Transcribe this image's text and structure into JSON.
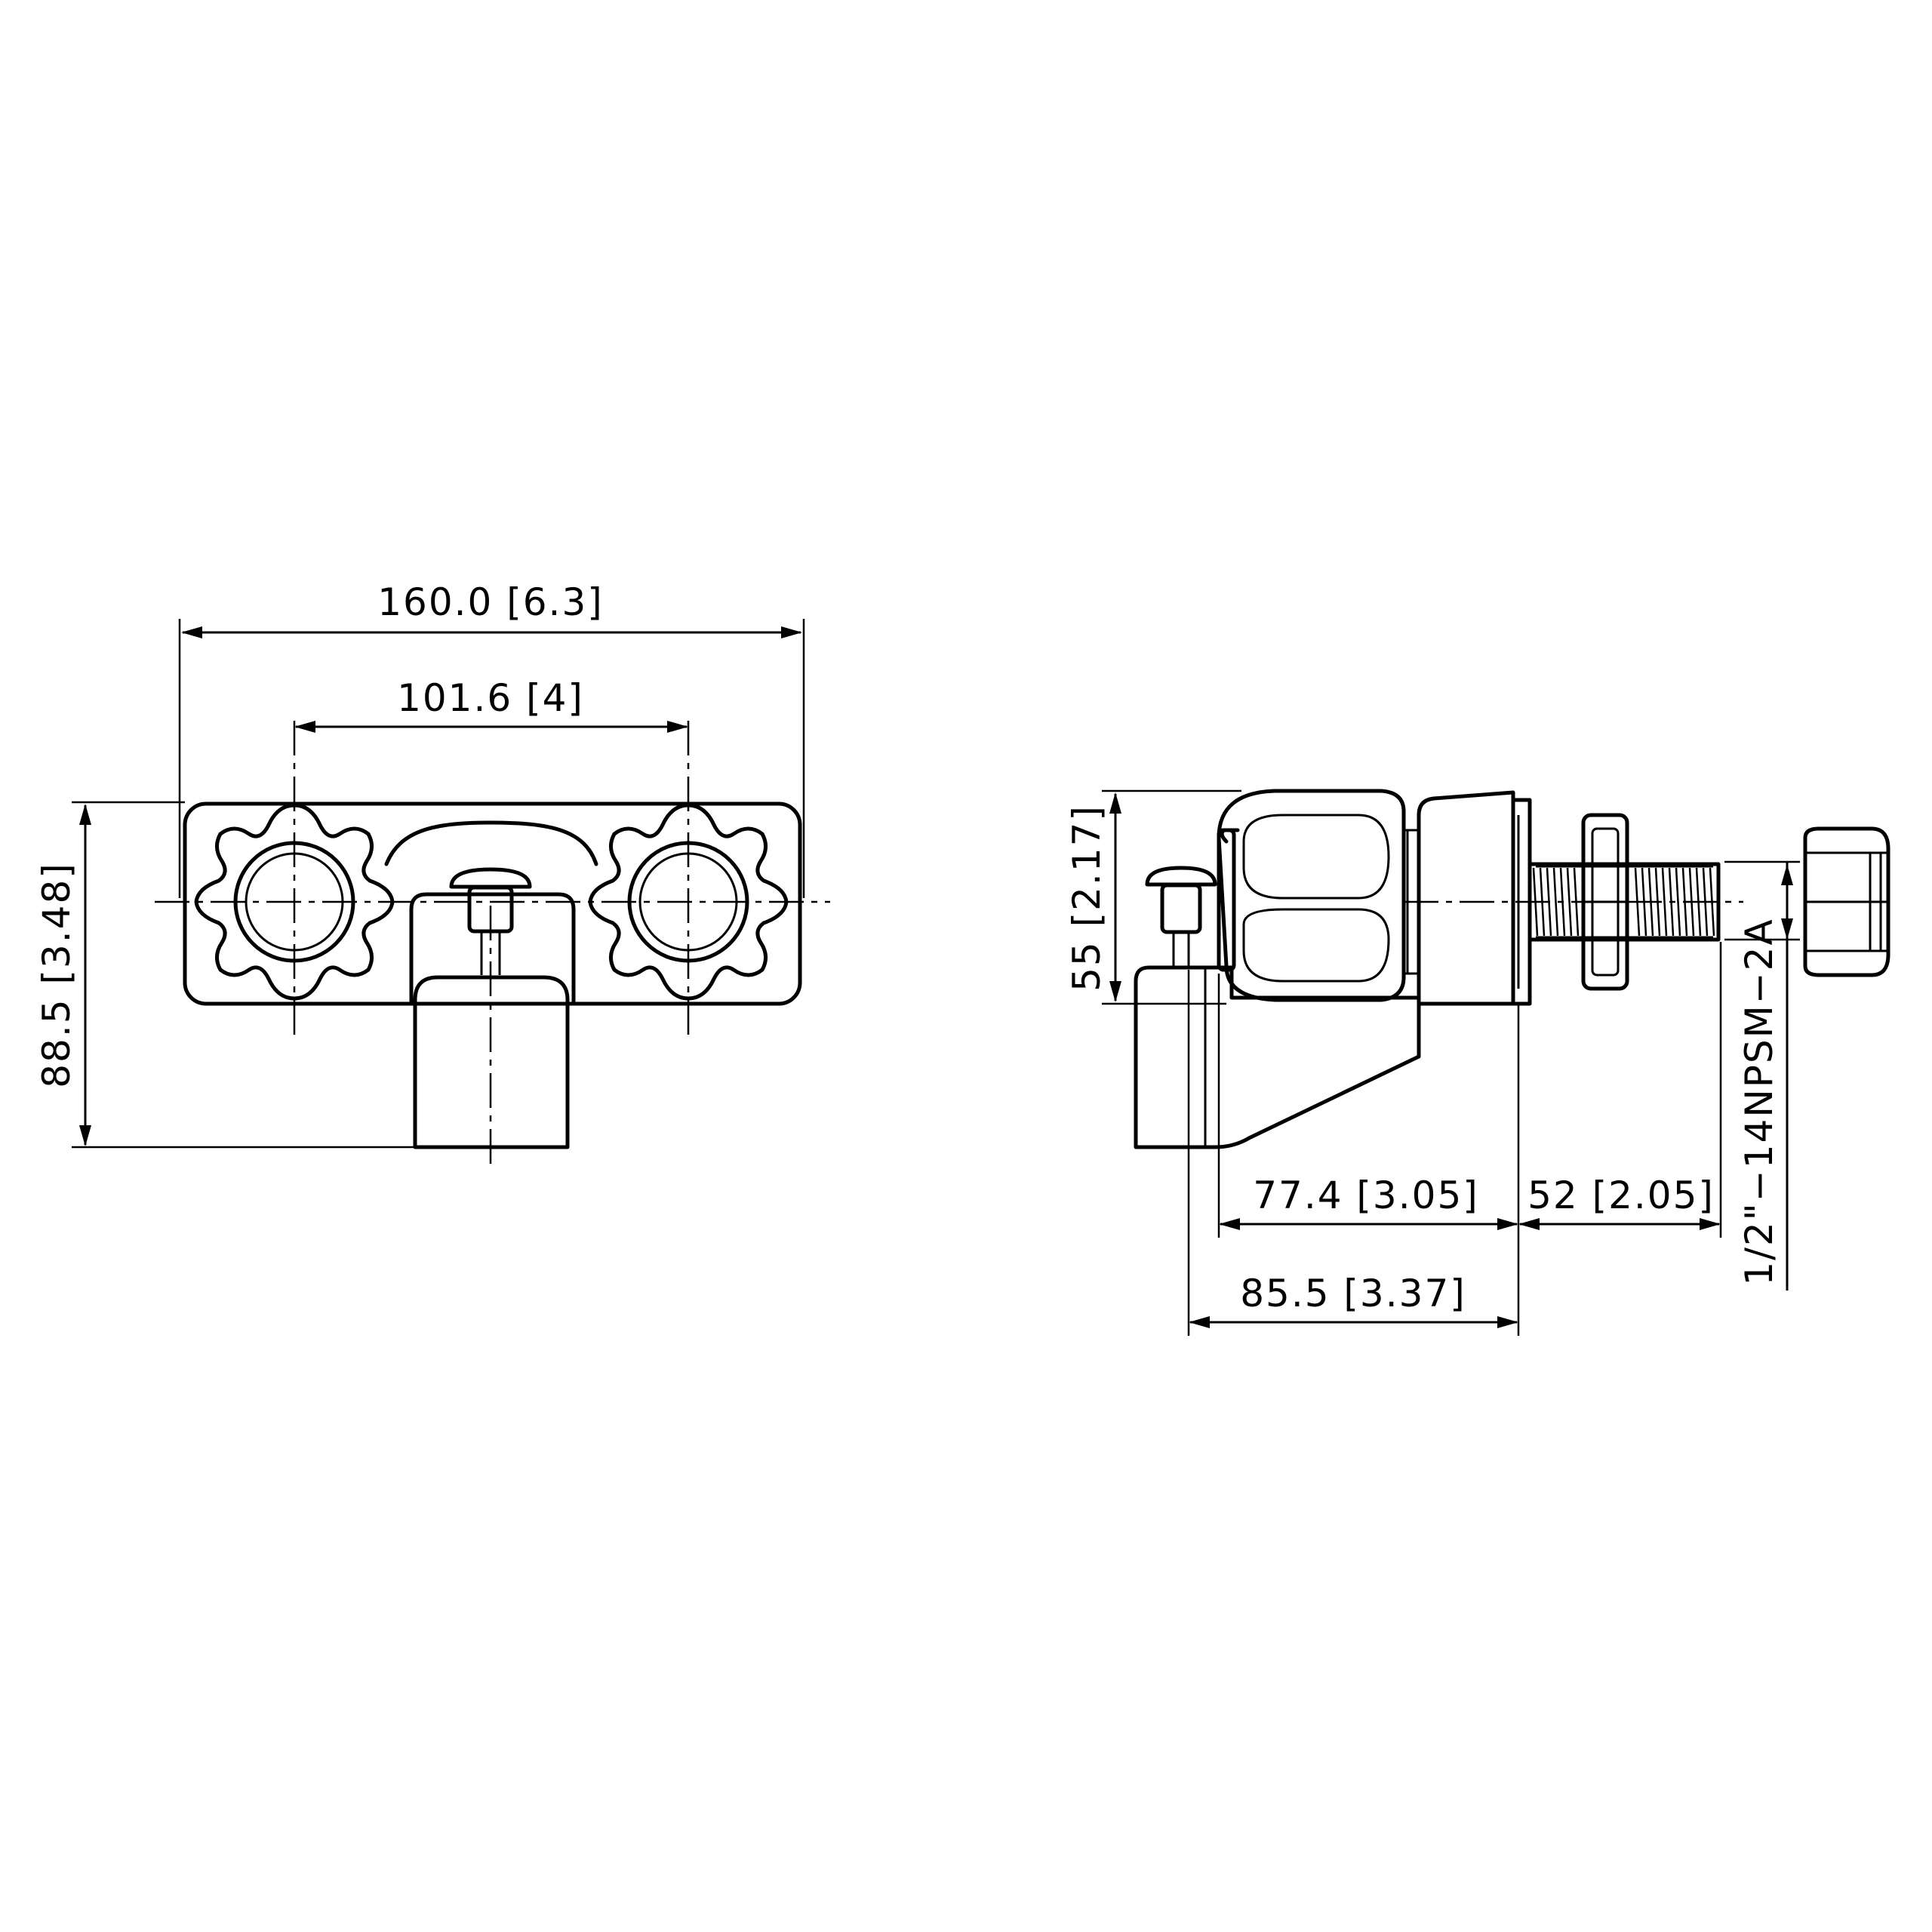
{
  "front_view": {
    "overall_width": "160.0  [6.3]",
    "center_spacing": "101.6  [4]",
    "overall_height": "88.5  [3.48]"
  },
  "side_view": {
    "body_height": "55  [2.17]",
    "spout_to_flange": "77.4  [3.05]",
    "shank_length": "52  [2.05]",
    "overall_depth": "85.5  [3.37]",
    "thread_spec": "1/2\"−14NPSM−2A"
  },
  "colors": {
    "line": "#000000",
    "background": "#ffffff"
  }
}
